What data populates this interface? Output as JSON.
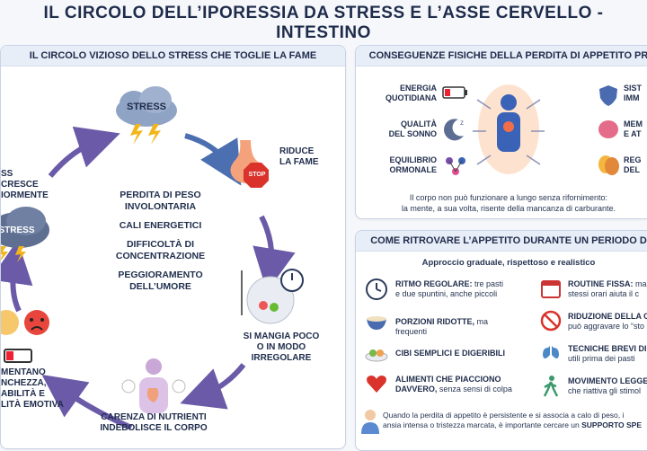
{
  "title": "IL CIRCOLO DELL’IPORESSIA DA STRESS E L’ASSE CERVELLO -INTESTINO",
  "left_panel": {
    "heading": "IL CIRCOLO VIZIOSO DELLO STRESS CHE TOGLIE LA FAME",
    "stress_top": "STRESS",
    "stress_left": "STRESS",
    "stress_grows": "SS CRESCE\nIORMENTE",
    "reduces_hunger": "RIDUCE\nLA FAME",
    "stop_sign": "STOP",
    "eat_little": "SI MANGIA POCO\nO IN MODO\nIRREGOLARE",
    "deficiency": "CARENZA DI NUTRIENTI\nINDEBOLISCE IL CORPO",
    "increase": "MENTANO\nNCHEZZA,\nABILITÀ E\nLITÀ EMOTIVA",
    "center_items": [
      "PERDITA DI PESO\nINVOLONTARIA",
      "CALI ENERGETICI",
      "DIFFICOLTÀ DI\nCONCENTRAZIONE",
      "PEGGIORAMENTO\nDELL’UMORE"
    ]
  },
  "consequences_panel": {
    "heading": "CONSEGUENZE FISICHE DELLA PERDITA DI APPETITO PR",
    "left_items": [
      "ENERGIA\nQUOTIDIANA",
      "QUALITÀ\nDEL SONNO",
      "EQUILIBRIO\nORMONALE"
    ],
    "right_items": [
      "SIST\nIMM",
      "MEM\nE AT",
      "REG\nDEL"
    ],
    "note": "Il corpo non può funzionare a lungo senza rifornimento:\nla mente, a sua volta, risente della mancanza di carburante."
  },
  "recover_panel": {
    "heading": "COME RITROVARE L’APPETITO DURANTE UN PERIODO D",
    "subtitle": "Approccio graduale, rispettoso e realistico",
    "tips_left": [
      {
        "bold": "RITMO REGOLARE:",
        "text": " tre pasti\ne due spuntini, anche piccoli"
      },
      {
        "bold": "PORZIONI RIDOTTE,",
        "text": " ma frequenti"
      },
      {
        "bold": "CIBI SEMPLICI E DIGERIBILI",
        "text": ""
      },
      {
        "bold": "ALIMENTI CHE PIACCIONO\nDAVVERO,",
        "text": " senza sensi di colpa"
      }
    ],
    "tips_right": [
      {
        "bold": "ROUTINE FISSA:",
        "text": " ma\nstessi orari aiuta il c"
      },
      {
        "bold": "RIDUZIONE DELLA C",
        "text": "\npuò aggravare lo “sto"
      },
      {
        "bold": "TECNICHE BREVI DI",
        "text": "\nutili prima dei pasti"
      },
      {
        "bold": "MOVIMENTO LEGGE",
        "text": "\nche riattiva gli stimol"
      }
    ],
    "footer_a": "Quando la perdita di appetito è persistente e si associa a calo di peso, i",
    "footer_b": "ansia intensa o tristezza marcata, è importante cercare un ",
    "footer_bold": "SUPPORTO SPE"
  }
}
